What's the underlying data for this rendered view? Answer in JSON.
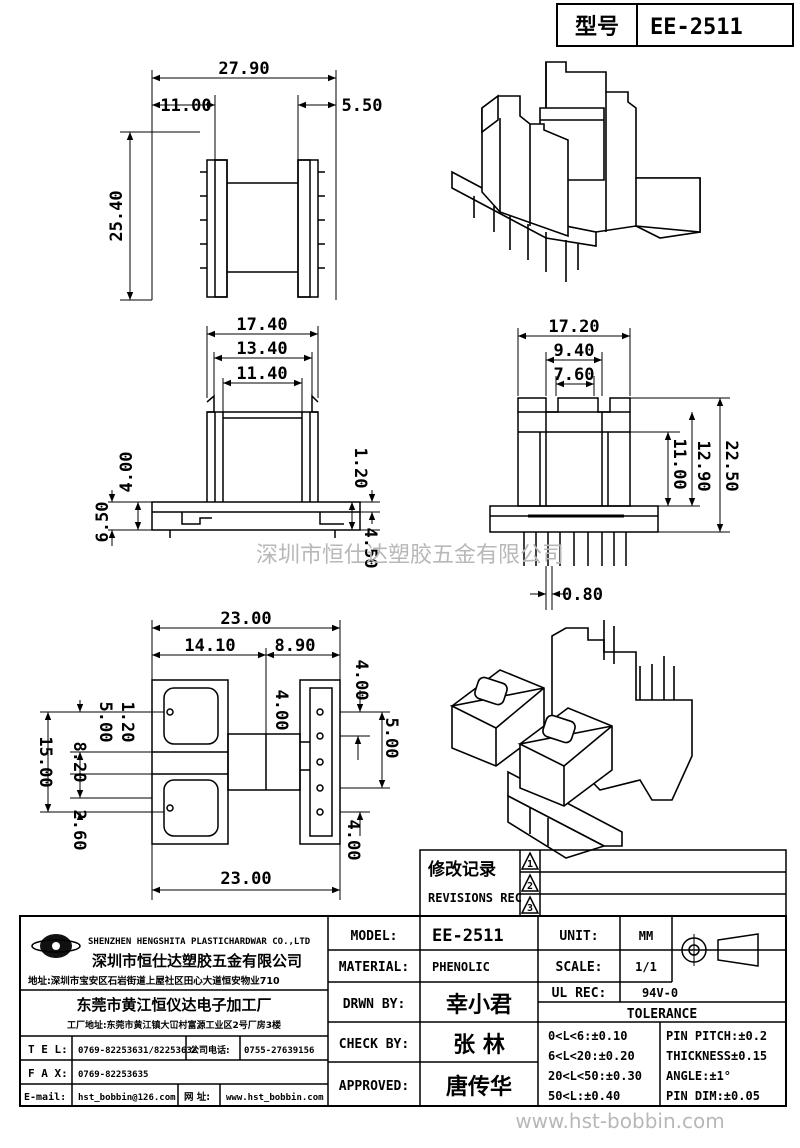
{
  "model_box": {
    "label": "型号",
    "value": "EE-2511"
  },
  "dims": {
    "top_width": "27.90",
    "top_left": "11.00",
    "top_right": "5.50",
    "top_height": "25.40",
    "front_w1": "17.40",
    "front_w2": "13.40",
    "front_w3": "11.40",
    "front_h1": "4.00",
    "front_h2": "6.50",
    "front_h3": "1.20",
    "front_h4": "4.50",
    "side_w1": "17.20",
    "side_w2": "9.40",
    "side_w3": "7.60",
    "side_h1": "11.00",
    "side_h2": "12.90",
    "side_h3": "22.50",
    "side_pin": "0.80",
    "bottom_w_top": "23.00",
    "bottom_w_left": "14.10",
    "bottom_w_right": "8.90",
    "bottom_w_bot": "23.00",
    "bottom_h_total": "15.00",
    "bottom_h1": "5.00",
    "bottom_h2": "1.20",
    "bottom_h3": "8.20",
    "bottom_h4": "2.60",
    "bottom_r1": "4.00",
    "bottom_r2": "4.00",
    "bottom_r3": "5.00",
    "bottom_r4": "4.00"
  },
  "watermark": "深圳市恒仕达塑胶五金有限公司",
  "watermark_url": "www.hst-bobbin.com",
  "revisions": {
    "title_cn": "修改记录",
    "title_en": "REVISIONS REC",
    "rows": [
      "1",
      "2",
      "3"
    ]
  },
  "company": {
    "name_en": "SHENZHEN HENGSHITA PLASTICHARDWAR CO.,LTD",
    "name_cn": "深圳市恒仕达塑胶五金有限公司",
    "address": "地址:深圳市宝安区石岩街道上屋社区田心大道恒安物业710",
    "factory": "东莞市黄江恒仪达电子加工厂",
    "factory_addr": "工厂地址:东莞市黄江镇大冚村富源工业区2号厂房3楼",
    "tel_label": "T E L:",
    "tel": "0769-82253631/82253632",
    "office_label": "公司电话:",
    "office_tel": "0755-27639156",
    "fax_label": "F A X:",
    "fax": "0769-82253635",
    "email_label": "E-mail:",
    "email": "hst_bobbin@126.com",
    "web_label": "网 址:",
    "web": "www.hst_bobbin.com"
  },
  "title_block": {
    "model_label": "MODEL:",
    "model": "EE-2511",
    "material_label": "MATERIAL:",
    "material": "PHENOLIC",
    "drawn_label": "DRWN BY:",
    "drawn": "幸小君",
    "check_label": "CHECK BY:",
    "check": "张  林",
    "approved_label": "APPROVED:",
    "approved": "唐传华",
    "unit_label": "UNIT:",
    "unit": "MM",
    "scale_label": "SCALE:",
    "scale": "1/1",
    "ul_label": "UL REC:",
    "ul": "94V-0",
    "tolerance_label": "TOLERANCE",
    "tol_left": [
      "0<L<6:±0.10",
      "6<L<20:±0.20",
      "20<L<50:±0.30",
      "50<L:±0.40"
    ],
    "tol_right": [
      "PIN PITCH:±0.2",
      "THICKNESS±0.15",
      "ANGLE:±1°",
      "PIN DIM:±0.05"
    ]
  }
}
